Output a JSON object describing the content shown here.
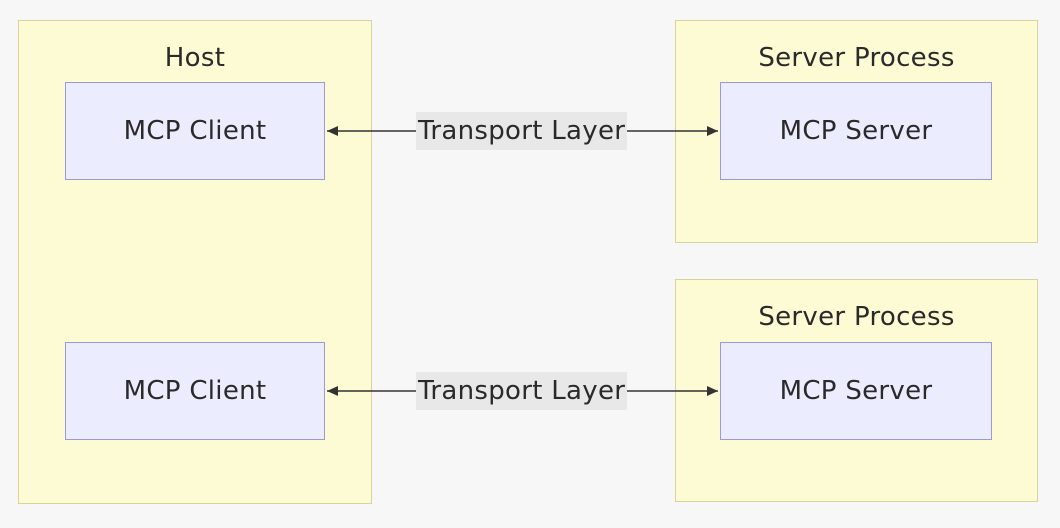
{
  "host": {
    "title": "Host",
    "clients": [
      {
        "label": "MCP Client"
      },
      {
        "label": "MCP Client"
      }
    ]
  },
  "server_processes": [
    {
      "title": "Server Process",
      "server": {
        "label": "MCP Server"
      }
    },
    {
      "title": "Server Process",
      "server": {
        "label": "MCP Server"
      }
    }
  ],
  "connections": [
    {
      "label": "Transport Layer"
    },
    {
      "label": "Transport Layer"
    }
  ],
  "colors": {
    "group_fill": "#fdfbd4",
    "group_border": "#d8d398",
    "node_fill": "#ececff",
    "node_border": "#9a9ad6",
    "edge_line": "#333333",
    "edge_label_bg": "#e8e8e8"
  }
}
